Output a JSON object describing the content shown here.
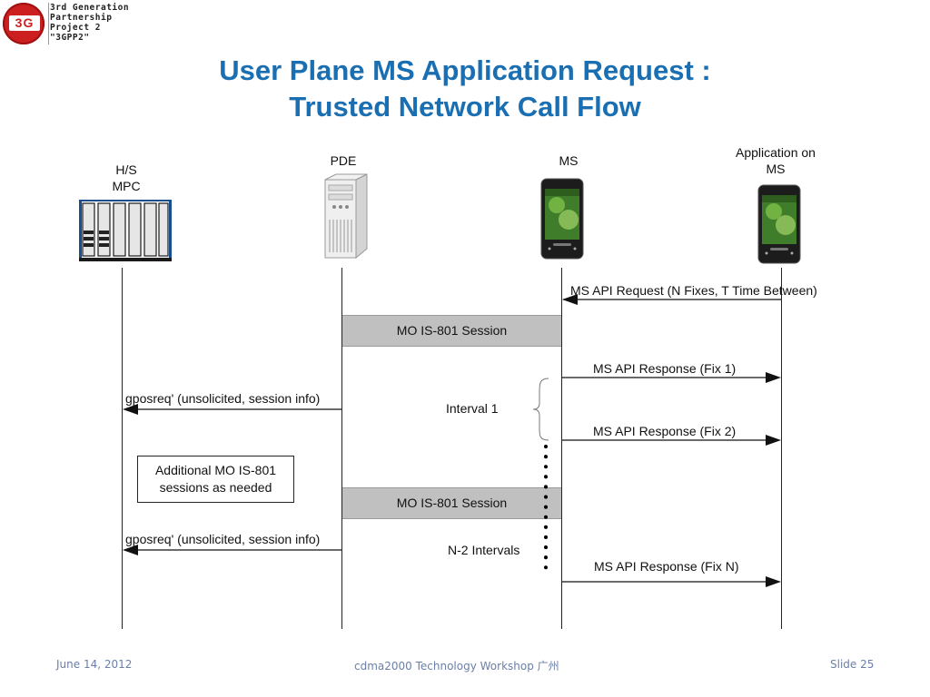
{
  "logo": {
    "badge": "3G",
    "lines": [
      "3rd Generation",
      "Partnership",
      "Project 2",
      "\"3GPP2\""
    ]
  },
  "title": {
    "line1": "User Plane MS Application Request :",
    "line2": "Trusted Network Call Flow"
  },
  "entities": {
    "hs_mpc": {
      "line1": "H/S",
      "line2": "MPC",
      "icon": "server-rack-icon"
    },
    "pde": {
      "label": "PDE",
      "icon": "tower-computer-icon"
    },
    "ms": {
      "label": "MS",
      "icon": "smartphone-icon"
    },
    "app": {
      "line1": "Application on",
      "line2": "MS",
      "icon": "smartphone-icon"
    }
  },
  "messages": {
    "api_request": "MS API Request (N Fixes, T Time Between)",
    "session1": "MO IS-801 Session",
    "response_fix1": "MS API Response (Fix 1)",
    "gposreq1": "gposreq' (unsolicited, session info)",
    "interval1": "Interval 1",
    "response_fix2": "MS API Response (Fix 2)",
    "note_line1": "Additional MO IS-801",
    "note_line2": "sessions as  needed",
    "session2": "MO IS-801 Session",
    "gposreq2": "gposreq' (unsolicited, session info)",
    "intervals_n2": "N-2 Intervals",
    "response_fixn": "MS API Response (Fix N)"
  },
  "footer": {
    "date": "June 14, 2012",
    "center": "cdma2000 Technology Workshop 广州",
    "slide": "Slide 25"
  },
  "colors": {
    "title": "#1a6fb3",
    "logo_red": "#cc1f1f",
    "footer": "#6b7fa8",
    "session_fill": "#c0c0c0"
  }
}
